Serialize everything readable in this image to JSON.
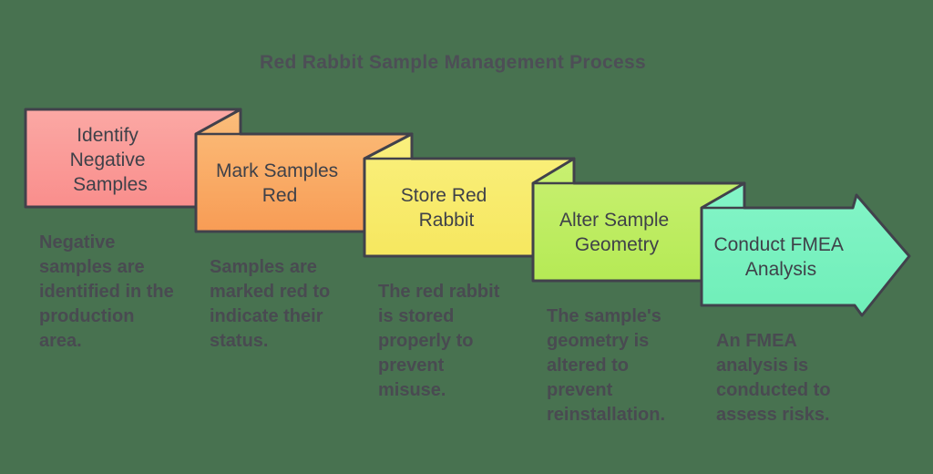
{
  "title": "Red Rabbit Sample Management Process",
  "colors": {
    "background": "#487250",
    "card_border": "#41414B",
    "title_text": "#4D4E56",
    "label_text": "#3F4149",
    "description_text": "#494A51"
  },
  "steps": [
    {
      "label": "Identify Negative Samples",
      "label_lines": [
        "Identify",
        "Negative",
        "Samples"
      ],
      "description": "Negative samples are identified in the production area.",
      "description_lines": [
        "Negative",
        "samples are",
        "identified in the",
        "production",
        "area."
      ],
      "color_top": "#FBA8A4",
      "color_bottom": "#F98E8C"
    },
    {
      "label": "Mark Samples Red",
      "label_lines": [
        "Mark Samples",
        "Red"
      ],
      "description": "Samples are marked red to indicate their status.",
      "description_lines": [
        "Samples are",
        "marked red to",
        "indicate their",
        "status."
      ],
      "color_top": "#FBBE7B",
      "color_bottom": "#F89C55"
    },
    {
      "label": "Store Red Rabbit",
      "label_lines": [
        "Store Red",
        "Rabbit"
      ],
      "description": "The red rabbit is stored properly to prevent misuse.",
      "description_lines": [
        "The red rabbit",
        "is stored",
        "properly to",
        "prevent",
        "misuse."
      ],
      "color_top": "#FAF07E",
      "color_bottom": "#F6E75F"
    },
    {
      "label": "Alter Sample Geometry",
      "label_lines": [
        "Alter Sample",
        "Geometry"
      ],
      "description": "The sample's geometry is altered to prevent reinstallation.",
      "description_lines": [
        "The sample's",
        "geometry is",
        "altered to",
        "prevent",
        "reinstallation."
      ],
      "color_top": "#C9F072",
      "color_bottom": "#B5EA55"
    },
    {
      "label": "Conduct FMEA Analysis",
      "label_lines": [
        "Conduct FMEA",
        "Analysis"
      ],
      "description": "An FMEA analysis is conducted to assess risks.",
      "description_lines": [
        "An FMEA",
        "analysis is",
        "conducted to",
        "assess risks."
      ],
      "color_top": "#84F5C8",
      "color_bottom": "#6FEEB8"
    }
  ]
}
